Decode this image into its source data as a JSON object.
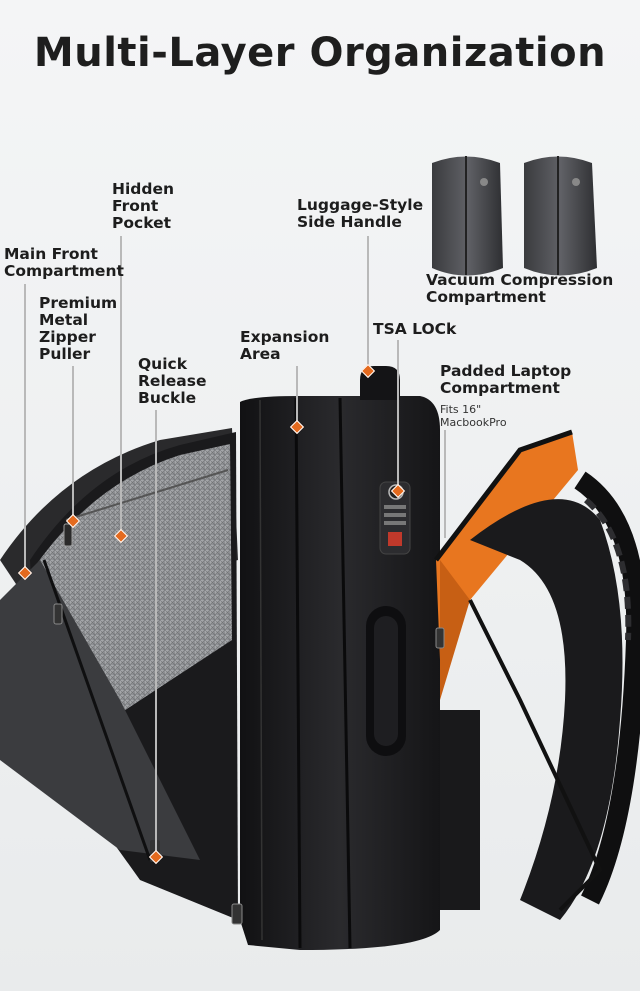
{
  "title": "Multi-Layer Organization",
  "labels": {
    "hidden_front_pocket": "Hidden\nFront\nPocket",
    "main_front_compartment": "Main Front\nCompartment",
    "premium_zipper": "Premium\nMetal\nZipper\nPuller",
    "quick_release": "Quick\nRelease\nBuckle",
    "luggage_handle": "Luggage-Style\nSide Handle",
    "vacuum": "Vacuum Compression\nCompartment",
    "expansion": "Expansion\nArea",
    "tsa": "TSA LOCk",
    "laptop": "Padded Laptop\nCompartment",
    "laptop_fit": "Fits 16\"\nMacbookPro"
  },
  "colors": {
    "accent": "#e46a1e",
    "bag": "#1b1b1d",
    "lining": "#e8761f"
  }
}
